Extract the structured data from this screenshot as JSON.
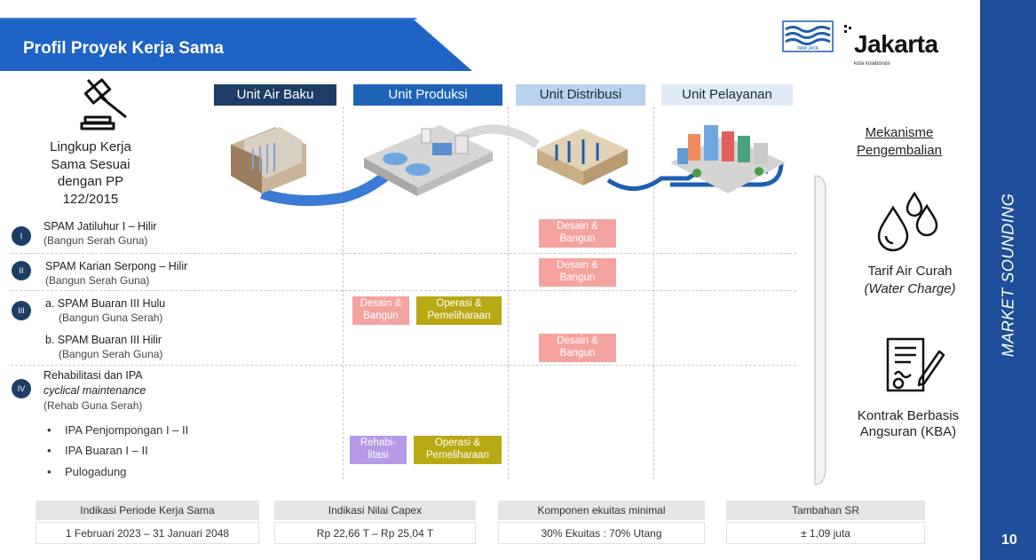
{
  "header": {
    "title": "Profil Proyek Kerja Sama"
  },
  "logos": {
    "pam_jaya": "PAM JAYA",
    "jakarta": "Jakarta",
    "jakarta_tagline": "kota kolaborasi"
  },
  "sidebar": {
    "label": "MARKET SOUNDING",
    "page_number": "10"
  },
  "scope": {
    "text": "Lingkup Kerja Sama Sesuai dengan PP 122/2015"
  },
  "columns": [
    {
      "label": "Unit Air Baku"
    },
    {
      "label": "Unit Produksi"
    },
    {
      "label": "Unit Distribusi"
    },
    {
      "label": "Unit Pelayanan"
    }
  ],
  "rows": {
    "r1": {
      "num": "I",
      "title": "SPAM Jatiluhur I – Hilir",
      "sub": "(Bangun Serah Guna)"
    },
    "r2": {
      "num": "II",
      "title": "SPAM Karian Serpong – Hilir",
      "sub": "(Bangun Serah Guna)"
    },
    "r3a": {
      "num": "III",
      "title": "a. SPAM Buaran III Hulu",
      "sub": "(Bangun Guna Serah)"
    },
    "r3b": {
      "title": "b. SPAM Buaran III Hilir",
      "sub": "(Bangun Serah Guna)"
    },
    "r4": {
      "num": "IV",
      "title": "Rehabilitasi dan IPA",
      "title2": "cyclical maintenance",
      "sub": "(Rehab Guna Serah)",
      "items": [
        "IPA Penjompongan I – II",
        "IPA Buaran I – II",
        "Pulogadung"
      ]
    }
  },
  "boxes": {
    "desain_bangun_1": "Desain & Bangun",
    "desain_bangun_2": "Desain & Bangun",
    "desain_bangun_3": "Desain & Bangun",
    "operasi_1": "Operasi & Pemeliharaan",
    "desain_bangun_4": "Desain & Bangun",
    "rehabilitasi": "Rehabi- litasi",
    "operasi_2": "Operasi & Pemeliharaan"
  },
  "mechanism": {
    "title": "Mekanisme Pengembalian",
    "tarif": "Tarif Air Curah",
    "tarif_en": "(Water Charge)",
    "kba": "Kontrak Berbasis Angsuran (KBA)"
  },
  "cards": [
    {
      "label": "Indikasi Periode Kerja Sama",
      "value": "1 Februari 2023 – 31 Januari 2048"
    },
    {
      "label": "Indikasi Nilai Capex",
      "value": "Rp 22,66 T – Rp 25,04 T"
    },
    {
      "label": "Komponen ekuitas minimal",
      "value": "30% Ekuitas : 70% Utang"
    },
    {
      "label": "Tambahan SR",
      "value": "± 1,09 juta"
    }
  ],
  "colors": {
    "banner": "#1f63c6",
    "sidebar": "#1f4e9a",
    "pink": "#f4a3a1",
    "olive": "#b8a814",
    "purple": "#b69ae6"
  }
}
